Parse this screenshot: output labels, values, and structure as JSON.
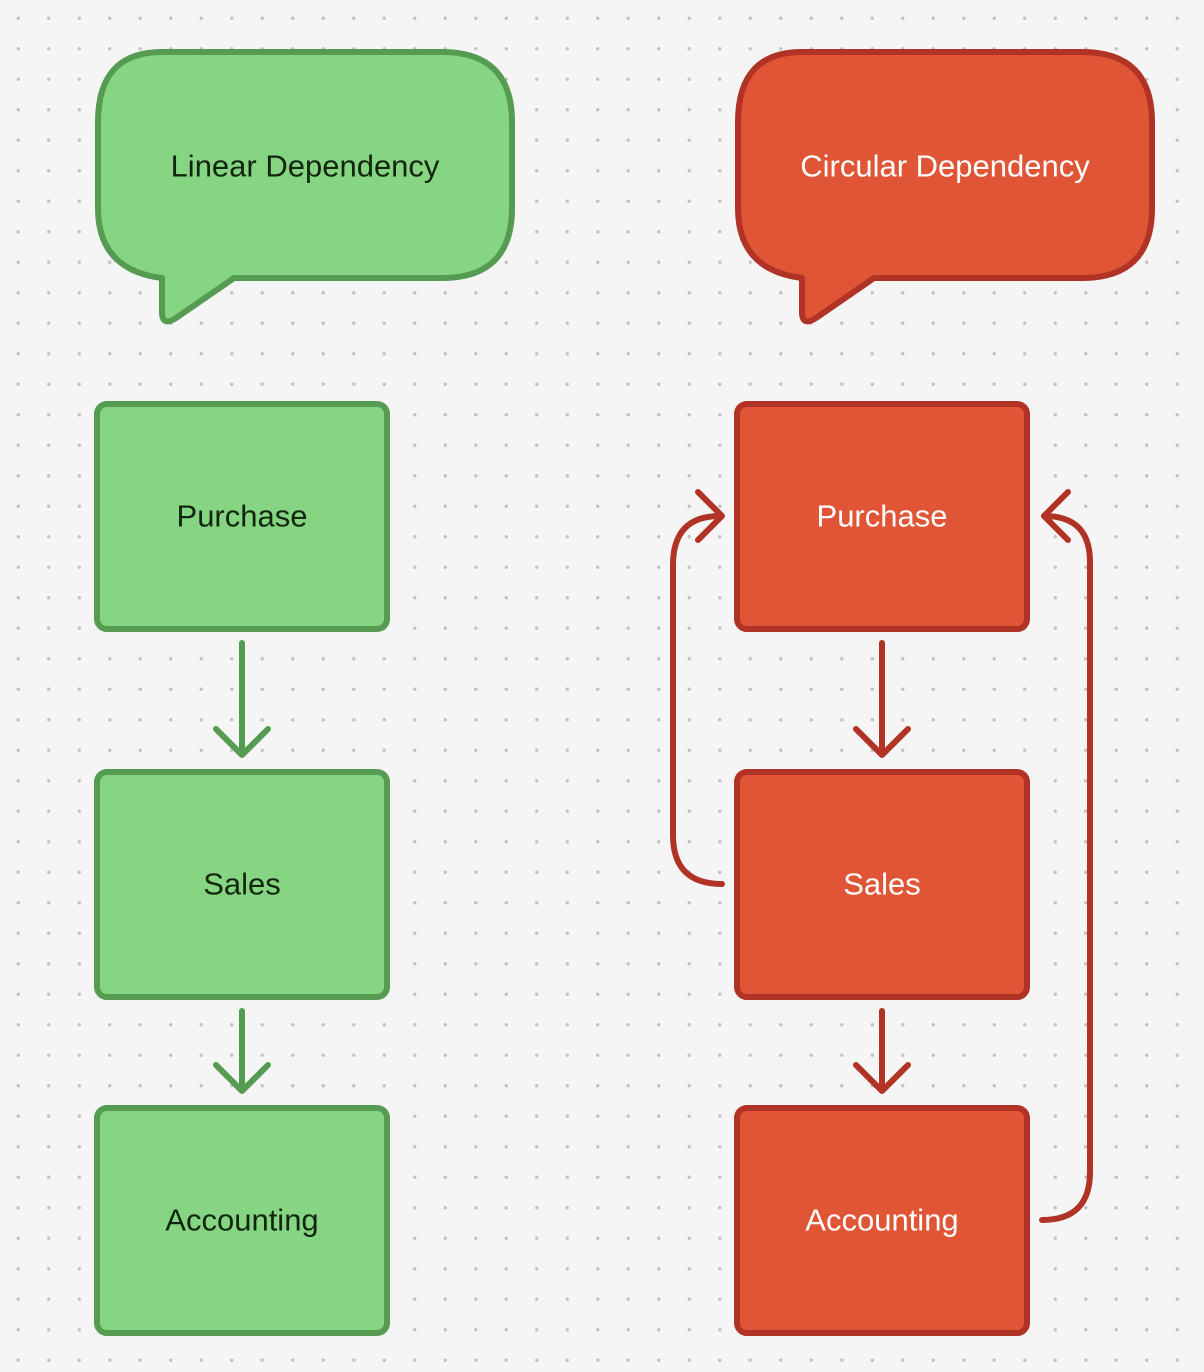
{
  "colors": {
    "background": "#f5f5f5",
    "grid_dot": "#c4c4c4",
    "linear_fill": "#86d583",
    "linear_stroke": "#559b51",
    "linear_text": "#12260f",
    "circular_fill": "#e05535",
    "circular_stroke": "#b03326",
    "circular_text": "#ffffff"
  },
  "linear": {
    "title": "Linear Dependency",
    "nodes": {
      "purchase": "Purchase",
      "sales": "Sales",
      "accounting": "Accounting"
    }
  },
  "circular": {
    "title": "Circular Dependency",
    "nodes": {
      "purchase": "Purchase",
      "sales": "Sales",
      "accounting": "Accounting"
    }
  },
  "edges": {
    "linear": [
      {
        "from": "purchase",
        "to": "sales"
      },
      {
        "from": "sales",
        "to": "accounting"
      }
    ],
    "circular": [
      {
        "from": "purchase",
        "to": "sales"
      },
      {
        "from": "sales",
        "to": "accounting"
      },
      {
        "from": "sales",
        "to": "purchase"
      },
      {
        "from": "accounting",
        "to": "purchase"
      }
    ]
  }
}
